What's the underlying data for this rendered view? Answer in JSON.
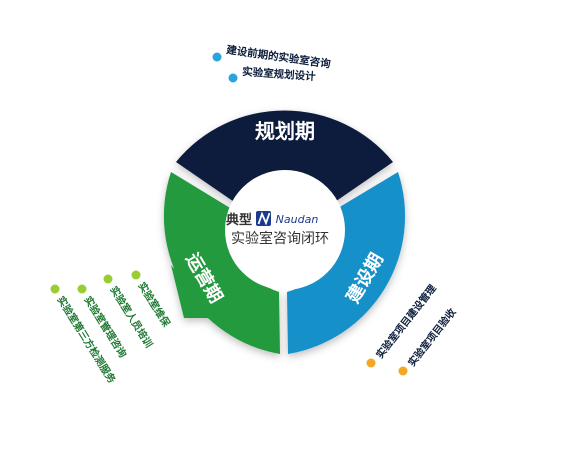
{
  "center": {
    "line1": "典型",
    "logo_text": "Naudan",
    "line2": "实验室咨询闭环"
  },
  "phases": [
    {
      "name": "规划期",
      "color": "#0e1f3d",
      "bullet_color": "#2aa3de",
      "items": [
        "建设前期的实验室咨询",
        "实验室规划设计"
      ]
    },
    {
      "name": "建设期",
      "color": "#1990c8",
      "bullet_color": "#f5a623",
      "items": [
        "实验室项目建设管理",
        "实验室项目验收"
      ]
    },
    {
      "name": "运营期",
      "color": "#229a3d",
      "bullet_color": "#9acd32",
      "items": [
        "实验室维保",
        "实验室人员培训",
        "实验室管理咨询",
        "实验室第三方检测服务"
      ]
    }
  ]
}
